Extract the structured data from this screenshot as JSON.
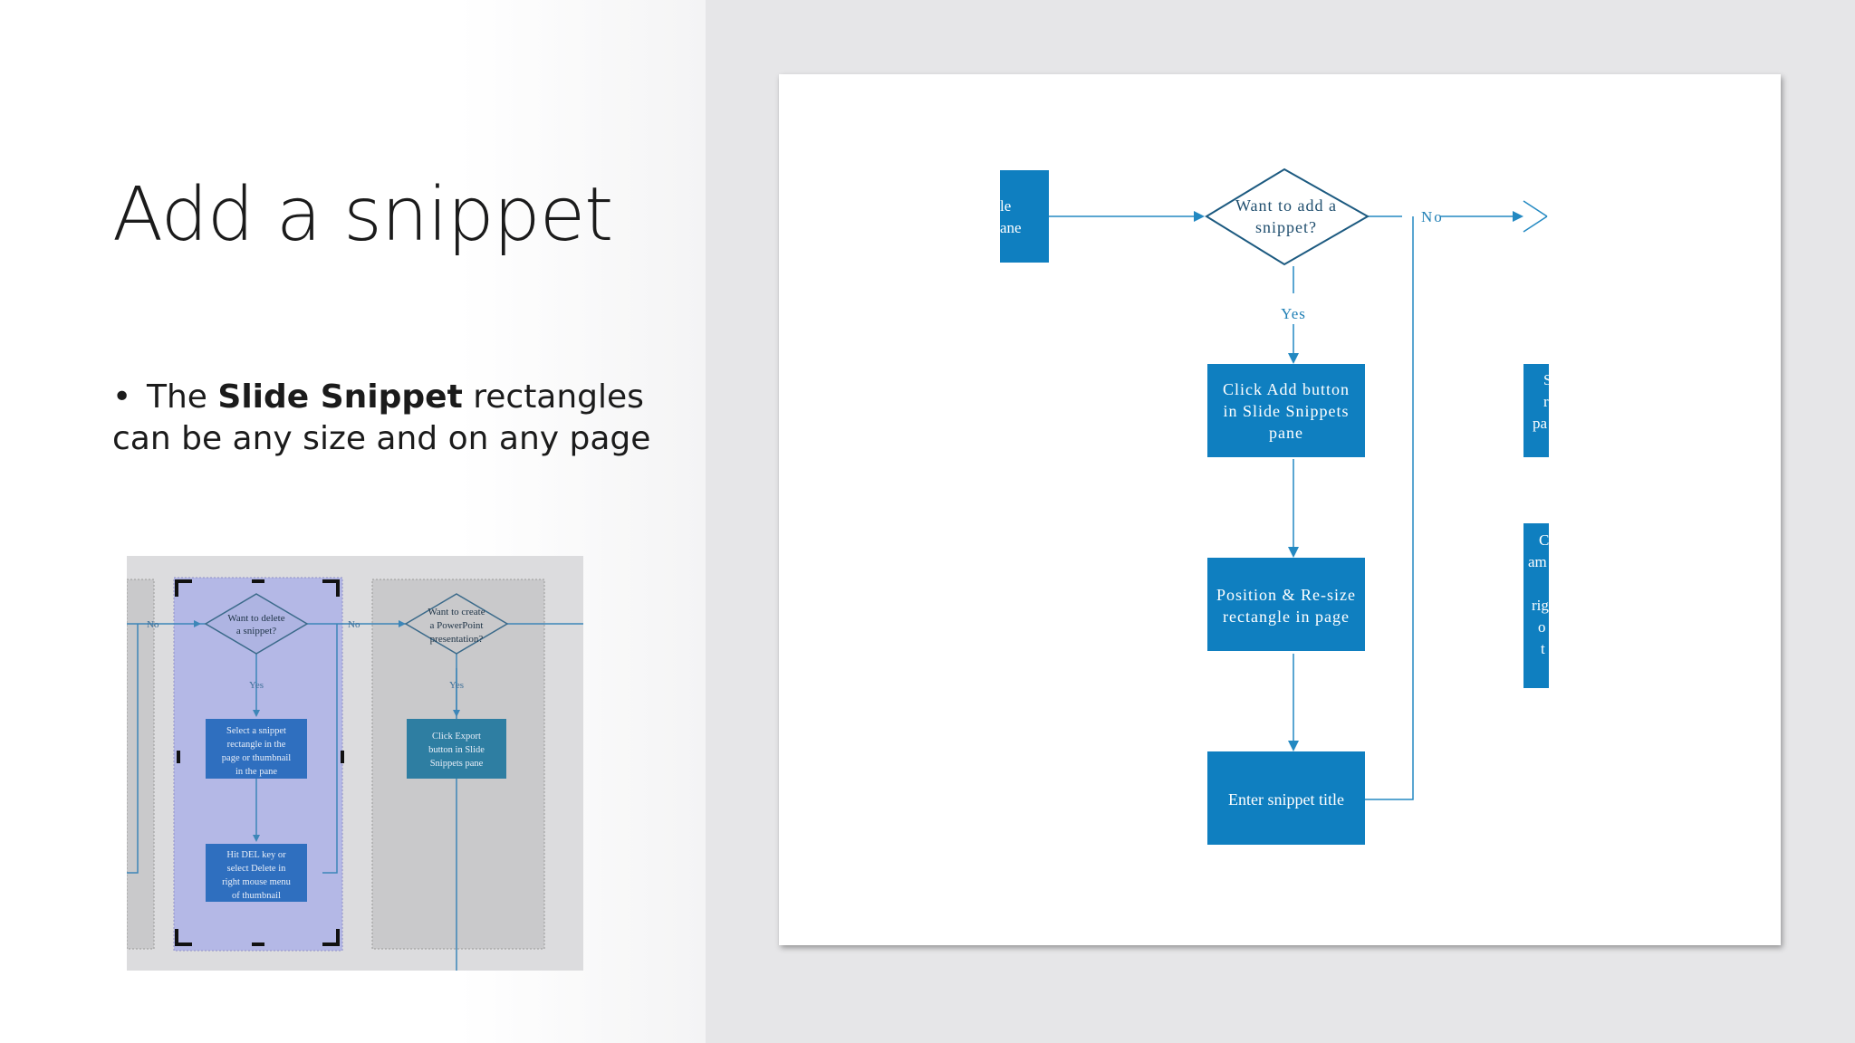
{
  "slide": {
    "title": "Add a snippet",
    "bullet": {
      "prefix": "The ",
      "bold": "Slide Snippet",
      "suffix": " rectangles can be any size and on any page"
    }
  },
  "thumbnail": {
    "no_left": "No",
    "no_mid": "No",
    "decision1": [
      "Want to delete",
      "a snippet?"
    ],
    "yes1": "Yes",
    "box1": [
      "Select a snippet",
      "rectangle in the",
      "page or thumbnail",
      "in the pane"
    ],
    "box2": [
      "Hit DEL key or",
      "select Delete in",
      "right mouse menu",
      "of thumbnail"
    ],
    "decision2": [
      "Want to create",
      "a PowerPoint",
      "presentation?"
    ],
    "yes2": "Yes",
    "box3": [
      "Click Export",
      "button in Slide",
      "Snippets pane"
    ]
  },
  "flowchart": {
    "left_box": [
      "le",
      "ane"
    ],
    "decision": [
      "Want to add a",
      "snippet?"
    ],
    "no_label": "No",
    "yes_label": "Yes",
    "step1": [
      "Click Add button",
      "in Slide Snippets",
      "pane"
    ],
    "step2": [
      "Position & Re-size",
      "rectangle in page"
    ],
    "step3": [
      "Enter snippet title"
    ],
    "right_box1": [
      "S",
      "r",
      "pa"
    ],
    "right_box2": [
      "C",
      "am",
      "",
      "rig",
      "o",
      "t"
    ]
  },
  "colors": {
    "box_fill": "#0f7fc0",
    "line": "#2389c2",
    "text_on_box": "#ffffff",
    "decision_stroke": "#1c5a80",
    "label": "#1f7fb5"
  }
}
